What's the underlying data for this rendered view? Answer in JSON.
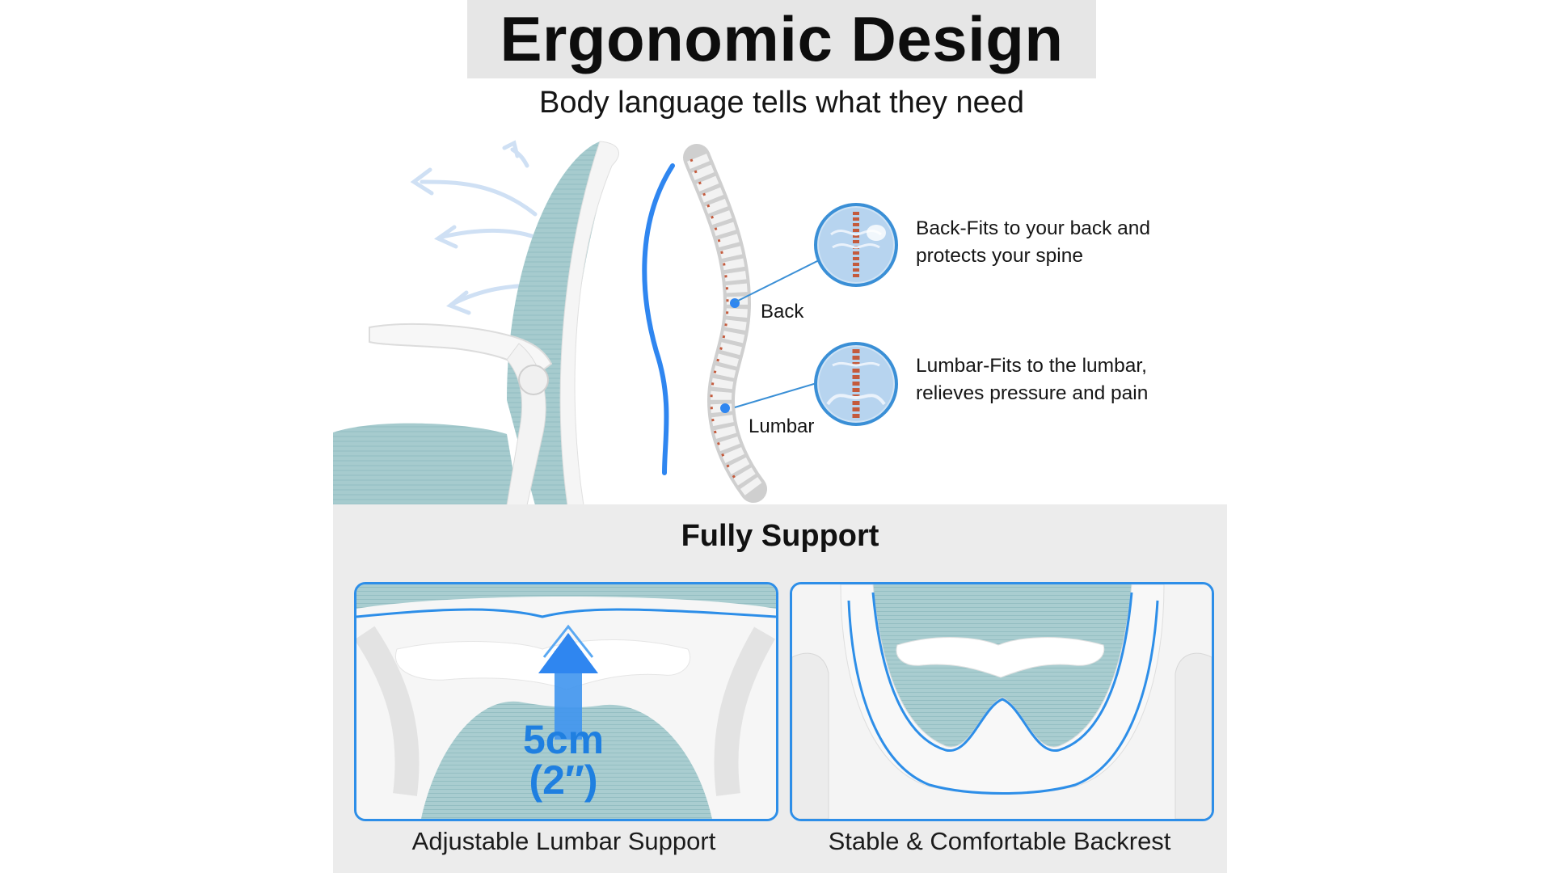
{
  "header": {
    "title": "Ergonomic Design",
    "subtitle": "Body language tells what they need"
  },
  "spine": {
    "back_label": "Back",
    "lumbar_label": "Lumbar"
  },
  "callouts": [
    {
      "line1": "Back-Fits to your back and",
      "line2": "protects your spine",
      "icon": "back-spine-icon"
    },
    {
      "line1": "Lumbar-Fits to the lumbar,",
      "line2": "relieves pressure and pain",
      "icon": "lumbar-spine-icon"
    }
  ],
  "support": {
    "title": "Fully Support",
    "left": {
      "caption": "Adjustable Lumbar Support",
      "value_line1": "5cm",
      "value_line2": "(2″)"
    },
    "right": {
      "caption": "Stable & Comfortable Backrest"
    }
  },
  "colors": {
    "accent_blue": "#2d8ee8",
    "mesh_teal": "#9fc6c9",
    "frame_white": "#f7f7f7",
    "panel_gray": "#ececec",
    "vertebra_red": "#c45a3c"
  }
}
